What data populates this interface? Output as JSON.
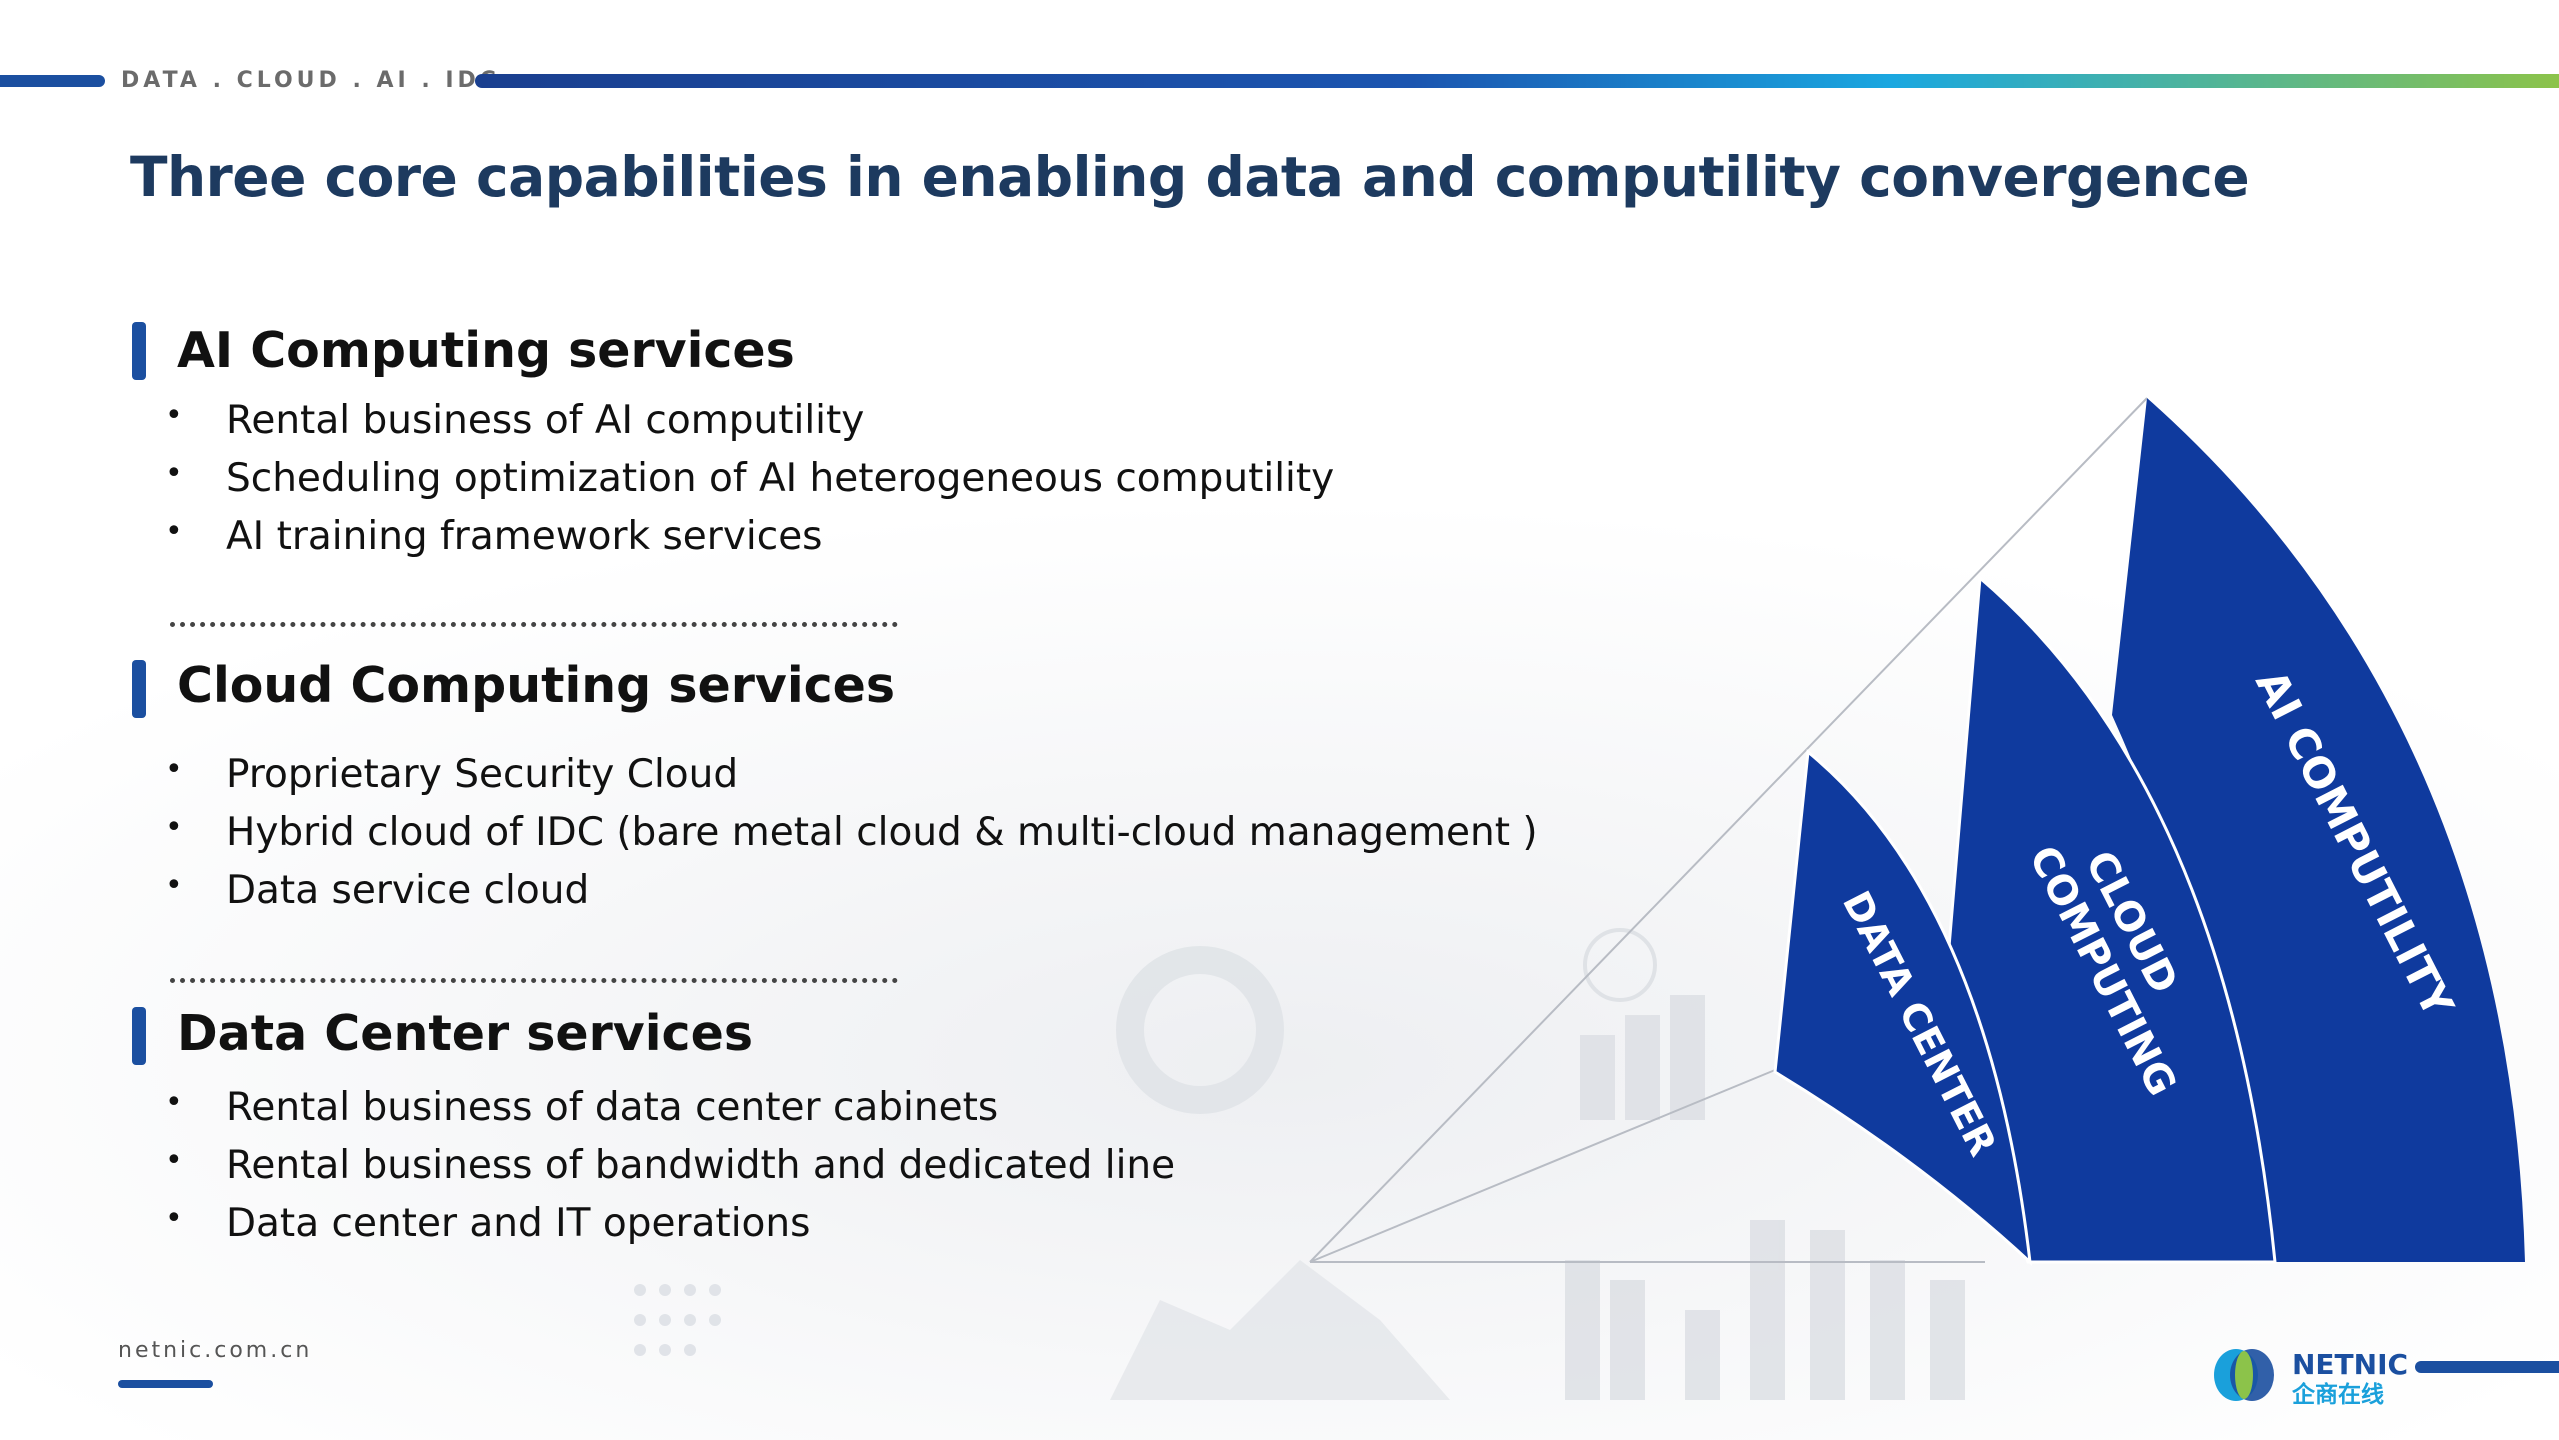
{
  "header": {
    "tagline": "DATA . CLOUD . AI . IDC",
    "title": "Three core capabilities in enabling data and computility convergence"
  },
  "sections": [
    {
      "title": "AI Computing services",
      "bullets": [
        "Rental business of AI computility",
        "Scheduling optimization of AI heterogeneous computility",
        "AI training framework services"
      ]
    },
    {
      "title": "Cloud Computing services",
      "bullets": [
        "Proprietary Security Cloud",
        "Hybrid cloud of IDC  (bare metal cloud & multi-cloud management )",
        "Data service cloud"
      ]
    },
    {
      "title": "Data Center services",
      "bullets": [
        "Rental business of data center cabinets",
        "Rental business of bandwidth and dedicated line",
        "Data center and IT operations"
      ]
    }
  ],
  "diagram": {
    "layers": [
      "DATA CENTER",
      "CLOUD COMPUTING",
      "AI COMPUTILITY"
    ],
    "layer_lines": [
      [
        "DATA CENTER"
      ],
      [
        "CLOUD",
        "COMPUTING"
      ],
      [
        "AI COMPUTILITY"
      ]
    ],
    "fill_color": "#0f3a9e"
  },
  "footer": {
    "url": "netnic.com.cn",
    "logo_en": "NETNIC",
    "logo_cn": "企商在线"
  },
  "colors": {
    "brand_blue": "#1b4fa0",
    "title_navy": "#1d3a5f",
    "accent_green": "#8cc34a",
    "accent_cyan": "#1aa7e0"
  }
}
